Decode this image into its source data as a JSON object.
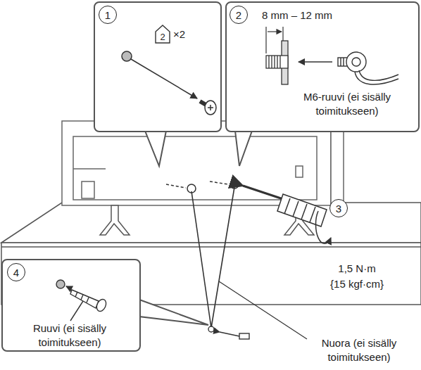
{
  "diagram": {
    "nodes": [
      {
        "text": [
          "×2"
        ]
      },
      {
        "text": [
          "1"
        ],
        "in": 0
      },
      {
        "text": [
          "2"
        ],
        "in": 0
      },
      {
        "text": [
          "8 mm – 12 mm",
          "M6-ruuvi (ei sisälly toimitukseen)"
        ]
      },
      {
        "text": [
          "2"
        ],
        "in": 3
      },
      {
        "text": [
          "3"
        ]
      },
      {
        "text": [
          "Ruuvi (ei sisälly toimitukseen)"
        ]
      },
      {
        "text": [
          "4"
        ],
        "in": 6
      }
    ],
    "labels": [
      "1,5 N·m",
      "{15 kgf·cm}",
      "Nuora (ei sisälly toimitukseen)"
    ]
  }
}
